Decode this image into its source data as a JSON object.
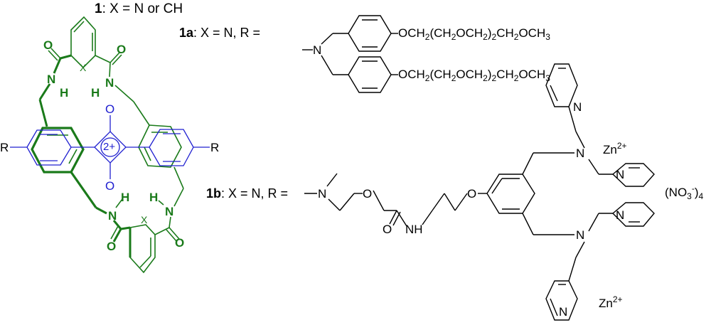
{
  "compound_1": {
    "number": "1",
    "definition": ": X = N or CH"
  },
  "compound_1a": {
    "number": "1a",
    "definition": ": X = N, R ="
  },
  "compound_1b": {
    "number": "1b",
    "definition": ": X = N, R ="
  },
  "macrocycle_atoms": {
    "O": "O",
    "N": "N",
    "H": "H",
    "X": "X",
    "R": "R",
    "charge": "2+"
  },
  "chain_1a": "OCH2(CH2OCH2)2CH2OCH3",
  "chain_1b_atoms": {
    "N": "N",
    "O": "O",
    "NH": "NH"
  },
  "zinc": {
    "symbol": "Zn",
    "charge": "2+"
  },
  "counterion": {
    "formula": "(NO3-)",
    "charge_sign": "-",
    "count": "4"
  },
  "colors": {
    "macrocycle": "#1a7a1a",
    "squaraine": "#2020d0",
    "text": "#000000"
  }
}
